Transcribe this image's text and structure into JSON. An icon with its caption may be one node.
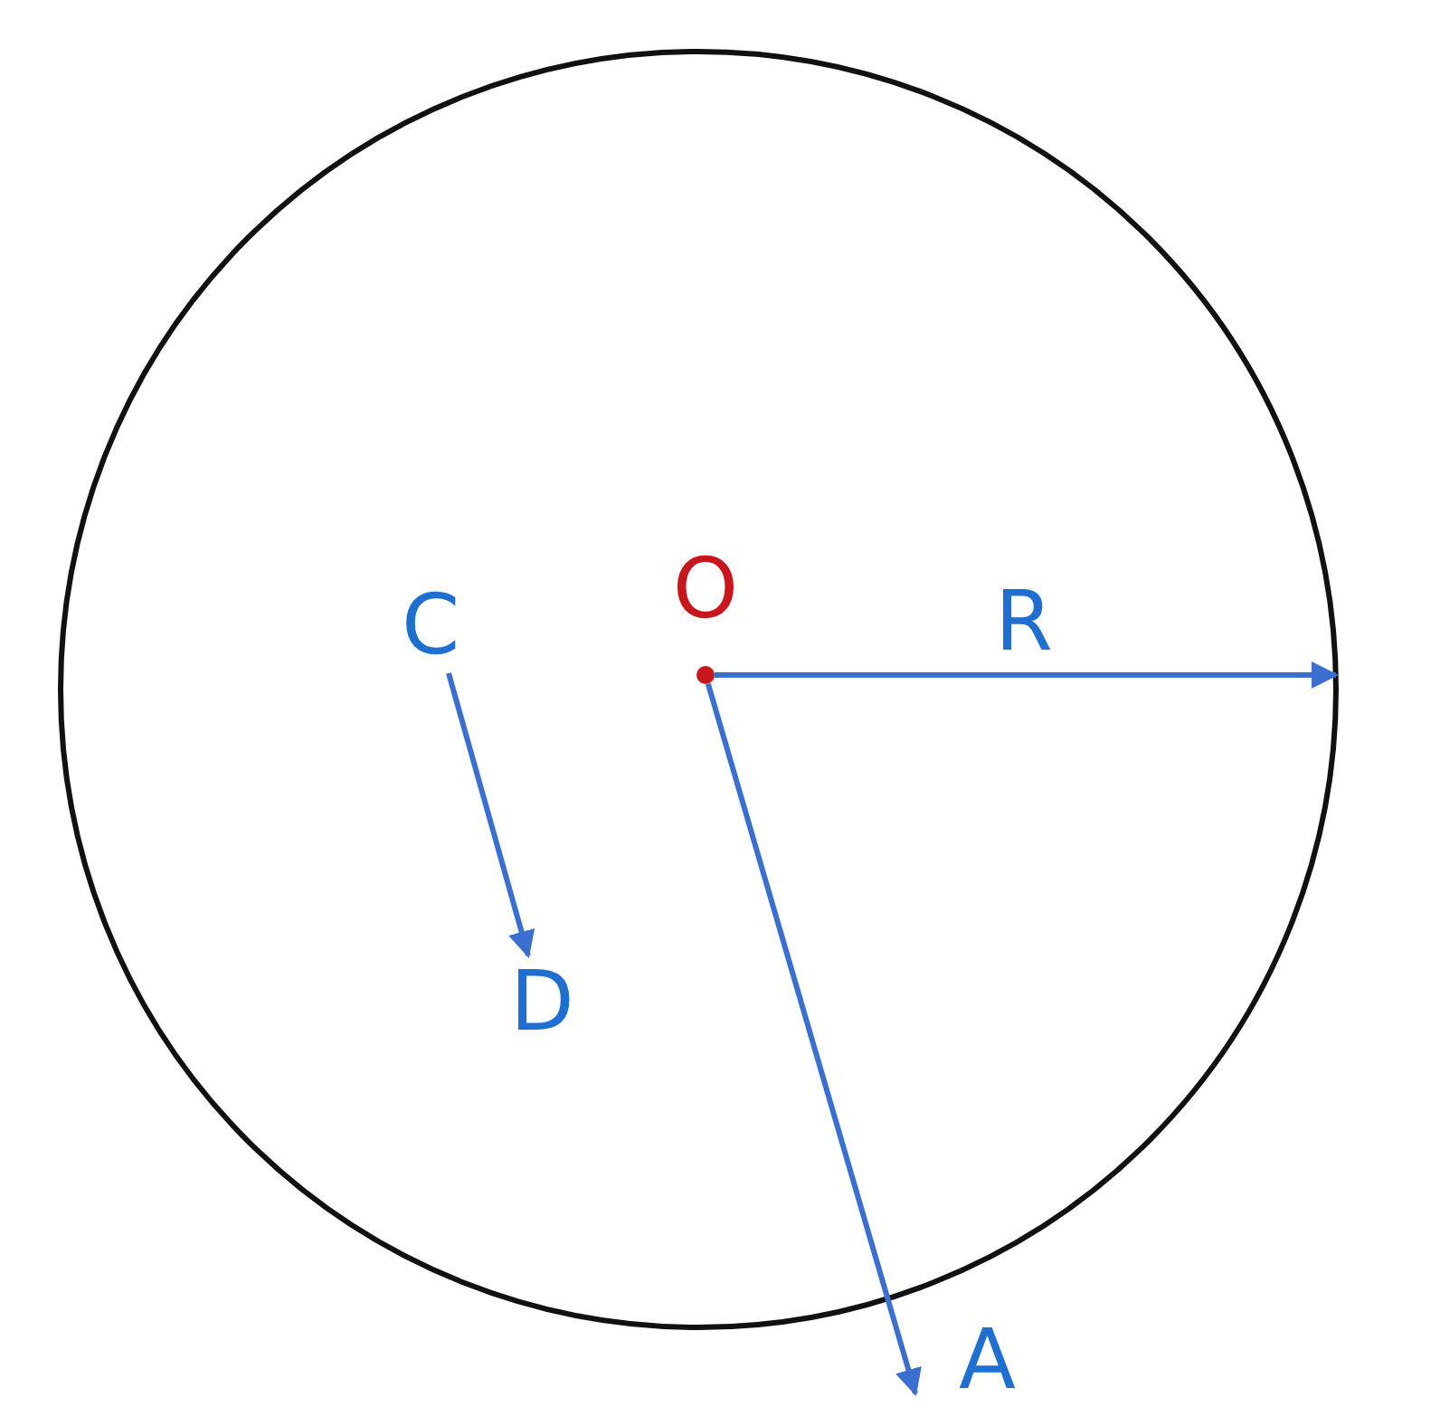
{
  "diagram": {
    "nodes": [
      {
        "text": [],
        "shape": "circle"
      },
      {
        "text": [
          "O"
        ],
        "in": 0
      },
      {
        "text": [
          "C"
        ],
        "in": 0
      },
      {
        "text": [
          "D"
        ],
        "in": 0
      },
      {
        "text": [
          "A"
        ]
      }
    ],
    "edges": [
      {
        "from": 1,
        "to": 0,
        "arrow": "to",
        "label": "R"
      },
      {
        "from": 1,
        "to": 4,
        "arrow": "to"
      },
      {
        "from": 2,
        "to": 3,
        "arrow": "to"
      }
    ]
  }
}
